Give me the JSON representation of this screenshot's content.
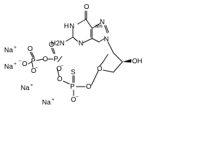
{
  "compound": {
    "counterions": [
      {
        "symbol": "Na",
        "charge": "+"
      },
      {
        "symbol": "Na",
        "charge": "+"
      },
      {
        "symbol": "Na",
        "charge": "+"
      },
      {
        "symbol": "Na",
        "charge": "+"
      }
    ],
    "atoms": {
      "carbonyl_o": "O",
      "n1": "N",
      "n1_h": "H",
      "amino_h2n": "H2N",
      "n3": "N",
      "n7": "N",
      "n9": "N",
      "ring_o": "O",
      "hydroxyl": "OH",
      "p_alpha": "P",
      "p_beta": "P",
      "p_gamma": "P",
      "thio_s": "S",
      "o_bridge_1": "O",
      "o_bridge_2": "O",
      "o_bridge_3": "O",
      "o_minus_1": "O",
      "o_minus_2": "O",
      "o_minus_3": "O",
      "o_minus_4": "O",
      "o_double_1": "O",
      "o_double_2": "O",
      "o_5prime": "O"
    },
    "charges": {
      "negative": "−",
      "positive": "+"
    },
    "stereo_marks": {
      "hash_label": "abs"
    }
  }
}
